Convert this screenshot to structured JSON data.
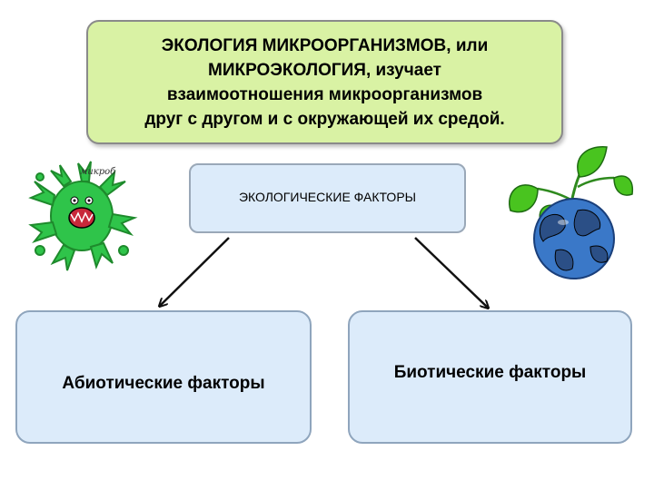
{
  "title": {
    "lines": [
      "ЭКОЛОГИЯ МИКРООРГАНИЗМОВ, или",
      "МИКРОЭКОЛОГИЯ,  изучает",
      "взаимоотношения микроорганизмов",
      "друг с другом и с окружающей их средой."
    ]
  },
  "central": {
    "label": "ЭКОЛОГИЧЕСКИЕ  ФАКТОРЫ"
  },
  "branches": {
    "left": "Абиотические факторы",
    "right": "Биотические факторы"
  },
  "illustrations": {
    "microbe": {
      "icon": "microbe-icon",
      "caption": "микроб",
      "color": "#2fc44a"
    },
    "earth": {
      "icon": "earth-plant-icon",
      "globe_color": "#3a78c8",
      "leaf_color": "#49c41f"
    }
  },
  "colors": {
    "title_bg": "#d9f2a4",
    "node_bg": "#dcebfa"
  }
}
